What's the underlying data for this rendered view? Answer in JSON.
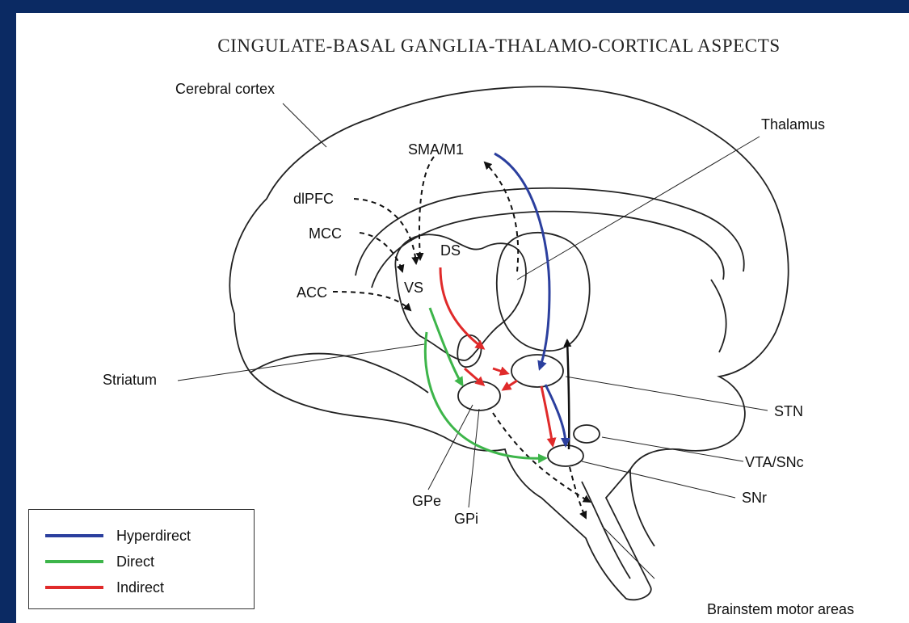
{
  "title": "CINGULATE-BASAL GANGLIA-THALAMO-CORTICAL ASPECTS",
  "labels": {
    "cerebral_cortex": "Cerebral cortex",
    "thalamus": "Thalamus",
    "sma_m1": "SMA/M1",
    "dlpfc": "dlPFC",
    "mcc": "MCC",
    "acc": "ACC",
    "ds": "DS",
    "vs": "VS",
    "striatum": "Striatum",
    "stn": "STN",
    "vta_snc": "VTA/SNc",
    "snr": "SNr",
    "gpe": "GPe",
    "gpi": "GPi",
    "brainstem": "Brainstem motor areas"
  },
  "legend": [
    {
      "label": "Hyperdirect",
      "color": "#2b3f9e"
    },
    {
      "label": "Direct",
      "color": "#3db54a"
    },
    {
      "label": "Indirect",
      "color": "#e02a2a"
    }
  ],
  "colors": {
    "hyperdirect": "#2b3f9e",
    "direct": "#3db54a",
    "indirect": "#e02a2a",
    "modulatory": "#111111"
  }
}
